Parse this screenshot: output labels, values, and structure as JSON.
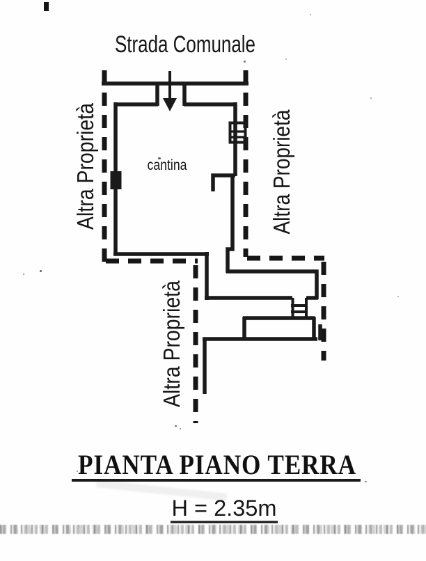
{
  "plan": {
    "street_label": "Strada Comunale",
    "room_label": "cantina",
    "boundary_left_label": "Altra Proprietà",
    "boundary_right_label": "Altra Proprietà",
    "boundary_bottom_label": "Altra Proprietà"
  },
  "title_block": {
    "title": "PIANTA PIANO TERRA",
    "height_note": "H = 2.35m"
  },
  "colors": {
    "ink": "#1a1a1a",
    "paper": "#fefefe"
  }
}
